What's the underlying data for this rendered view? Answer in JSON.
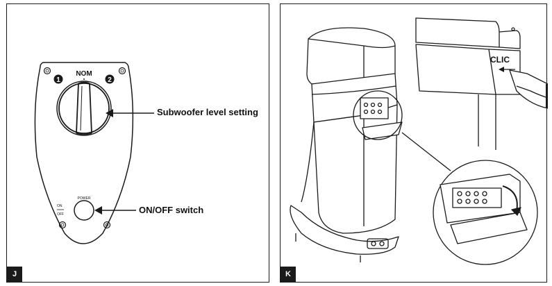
{
  "panel_j": {
    "label": "J",
    "nom_label": "NOM",
    "marker_1": "1",
    "marker_2": "2",
    "power_label": "POWER",
    "on_label": "ON",
    "off_label": "OFF",
    "subwoofer_callout": "Subwoofer level setting",
    "switch_callout": "ON/OFF switch"
  },
  "panel_k": {
    "label": "K",
    "clic_label": "CLIC"
  },
  "icons": {
    "marker_1": "circled-number-1-icon",
    "marker_2": "circled-number-2-icon",
    "arrow": "arrow-left-icon"
  },
  "colors": {
    "line": "#1a1a1a",
    "tag_background": "#1a1a1a",
    "tag_text": "#ffffff"
  }
}
